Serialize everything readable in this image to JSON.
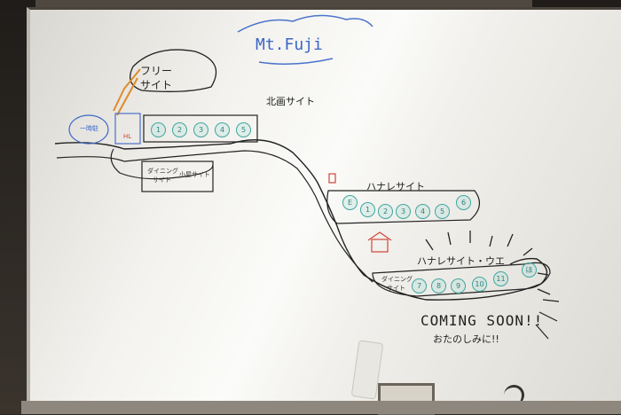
{
  "board": {
    "title": "Mt.Fuji",
    "free_site_line1": "フリー",
    "free_site_line2": "サイト",
    "north_site": "北画サイト",
    "hanare_site": "ハナレサイト",
    "hanare_site_west": "ハナレサイト・ウエ",
    "coming_soon": "COMING SOON!!",
    "coming_soon_sub": "おたのしみに!!",
    "upper_left_label": "一時駐",
    "hal_label": "HL",
    "dining_label_line1": "ダイニング",
    "dining_label_line2": "サイト",
    "koya_label": "小屋サイト",
    "north_sites": [
      "1",
      "2",
      "3",
      "4",
      "5"
    ],
    "hanare_sites": [
      "E",
      "1",
      "2",
      "3",
      "4",
      "5",
      "6"
    ],
    "hanare_west_sites": [
      "7",
      "8",
      "9",
      "10",
      "11"
    ],
    "hanare_west_end": "ほ",
    "dining_west_line1": "ダイニング",
    "dining_west_line2": "サイト"
  },
  "colors": {
    "marker_black": "#222222",
    "marker_blue": "#3a66c6",
    "marker_red": "#d0453a",
    "marker_teal": "#3fa6a0",
    "marker_orange": "#e08a2a"
  }
}
